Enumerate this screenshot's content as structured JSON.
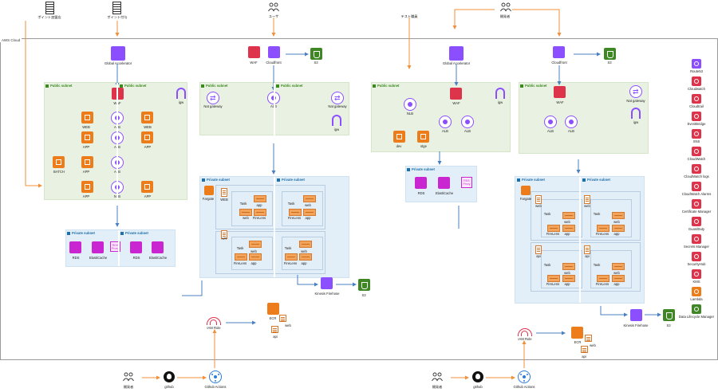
{
  "aws_cloud": "AWS Cloud",
  "top": {
    "point_admin": "ポイント加盟店",
    "point_grant": "ポイント付与",
    "user": "ユーザ",
    "test_account": "テスト職員",
    "developer": "開発者"
  },
  "subnets": {
    "public": "Public subnet",
    "private": "Private subnet"
  },
  "services": {
    "global_accelerator": "Global Accelerator",
    "waf": "WAF",
    "cloudfront": "Cloudfront",
    "s3": "S3",
    "alb": "ALB",
    "nlb": "NLB",
    "igw": "igw",
    "nat_gateway": "Nat gateway",
    "web": "WEB",
    "app": "APP",
    "batch": "BATCH",
    "rds": "RDS",
    "elasticache": "ElastiCache",
    "rds_proxy": "RDS Proxy",
    "fargate": "Fargate",
    "task": "Task",
    "web_lc": "web",
    "app_lc": "app",
    "api": "api",
    "api_uc": "API",
    "firelens": "FireLens",
    "kinesis_firehose": "Kinesis Firehose",
    "ecr": "ECR",
    "iam_role": "IAM Role",
    "dev": "dev",
    "stge": "stge"
  },
  "bottom": {
    "developer": "開発者",
    "github": "github",
    "github_actions": "Github Actions"
  },
  "legend": [
    {
      "label": "Route53",
      "color": "#8c4fff"
    },
    {
      "label": "Cloudwatch",
      "color": "#dd344c"
    },
    {
      "label": "Cloudtrail",
      "color": "#dd344c"
    },
    {
      "label": "EventBridge",
      "color": "#dd344c"
    },
    {
      "label": "SNS",
      "color": "#dd344c"
    },
    {
      "label": "CloudWatch",
      "color": "#dd344c"
    },
    {
      "label": "CloudWatch logs",
      "color": "#dd344c"
    },
    {
      "label": "CloudWatch Alarms",
      "color": "#dd344c"
    },
    {
      "label": "Certificate Manager",
      "color": "#dd344c"
    },
    {
      "label": "GuardDuty",
      "color": "#dd344c"
    },
    {
      "label": "Secrets Manager",
      "color": "#dd344c"
    },
    {
      "label": "SecurityHub",
      "color": "#dd344c"
    },
    {
      "label": "KMS",
      "color": "#dd344c"
    },
    {
      "label": "Lambda",
      "color": "#ed7d1b"
    },
    {
      "label": "Data Lifecycle Manager",
      "color": "#3f8624"
    }
  ],
  "colors": {
    "orange_flow": "#f0903a",
    "blue_flow": "#4a7fc0",
    "public_bg": "#e9f2e2",
    "private_bg": "#e3eff8"
  }
}
